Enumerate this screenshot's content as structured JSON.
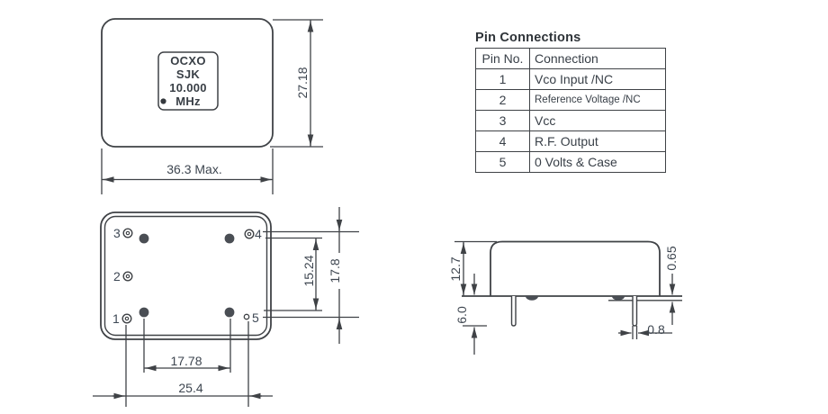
{
  "colors": {
    "line": "#3f4246",
    "text": "#3e4650",
    "fill_dark": "#4a4e54"
  },
  "top_view": {
    "label_lines": [
      "OCXO",
      "SJK",
      "10.000",
      "MHz"
    ],
    "dim_width": "36.3 Max.",
    "dim_height": "27.18"
  },
  "bottom_view": {
    "pin_labels": {
      "p1": "1",
      "p2": "2",
      "p3": "3",
      "p4": "4",
      "p5": "5"
    },
    "dim_pin_span_h": "25.4",
    "dim_hole_span_h": "17.78",
    "dim_hole_span_v": "15.24",
    "dim_pin_span_v": "17.8"
  },
  "side_view": {
    "dim_case_height": "12.7",
    "dim_pin_length": "6.0",
    "dim_standoff": "0.65",
    "dim_pin_dia": "0.8"
  },
  "pin_table": {
    "title": "Pin Connections",
    "headers": [
      "Pin No.",
      "Connection"
    ],
    "rows": [
      {
        "pin": "1",
        "connection": "Vco Input /NC"
      },
      {
        "pin": "2",
        "connection": "Reference Voltage /NC"
      },
      {
        "pin": "3",
        "connection": "Vcc"
      },
      {
        "pin": "4",
        "connection": "R.F. Output"
      },
      {
        "pin": "5",
        "connection": "0 Volts & Case"
      }
    ]
  }
}
